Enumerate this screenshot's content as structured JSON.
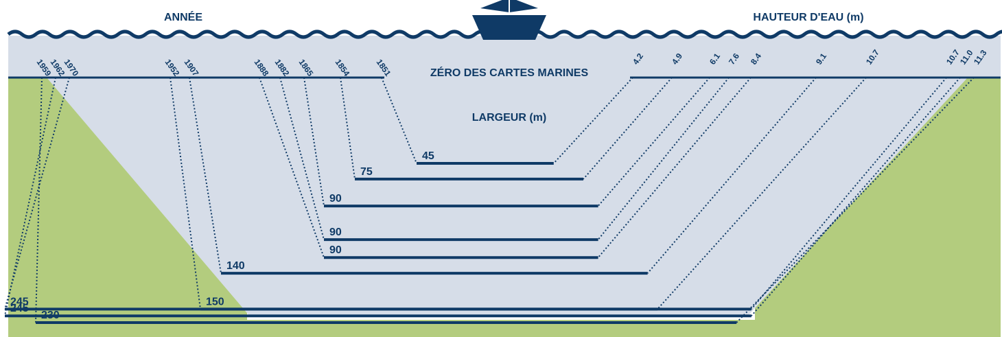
{
  "headers": {
    "year": "ANNÉE",
    "depth": "HAUTEUR D'EAU (m)",
    "chart_datum": "ZÉRO DES CARTES MARINES",
    "width": "LARGEUR (m)"
  },
  "colors": {
    "sky": "#ffffff",
    "water": "#d6dde8",
    "bank": "#b3cc7e",
    "ink": "#0f3a66"
  },
  "icons": {
    "ship": "ship-icon"
  },
  "channels": [
    {
      "year": "1851",
      "width": "45",
      "depth": "4.2"
    },
    {
      "year": "1854",
      "width": "75",
      "depth": "4.9"
    },
    {
      "year": "1865",
      "width": "90",
      "depth": "6.1"
    },
    {
      "year": "1882",
      "width": "90",
      "depth": "7.6"
    },
    {
      "year": "1888",
      "width": "90",
      "depth": "8.4"
    },
    {
      "year": "1907",
      "width": "140",
      "depth": "9.1"
    },
    {
      "year": "1952",
      "width": "150",
      "depth": "10.7"
    },
    {
      "year": "1970",
      "width": "245",
      "depth": "10.7"
    },
    {
      "year": "1962",
      "width": "245",
      "depth": "11.0"
    },
    {
      "year": "1959",
      "width": "230",
      "depth": "11.3"
    }
  ]
}
